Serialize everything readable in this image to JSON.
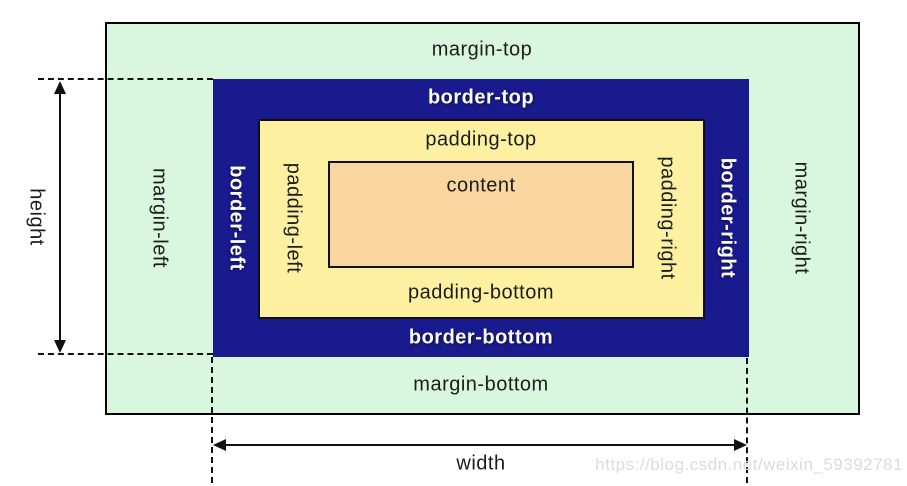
{
  "margin": {
    "top": "margin-top",
    "bottom": "margin-bottom",
    "left": "margin-left",
    "right": "margin-right",
    "color": "#d9f7de"
  },
  "border": {
    "top": "border-top",
    "bottom": "border-bottom",
    "left": "border-left",
    "right": "border-right",
    "color": "#1a1a8f",
    "label_color": "#ffffff"
  },
  "padding": {
    "top": "padding-top",
    "bottom": "padding-bottom",
    "left": "padding-left",
    "right": "padding-right",
    "color": "#fdf0a0"
  },
  "content": {
    "label": "content",
    "color": "#f9d5a0"
  },
  "dimensions": {
    "height": "height",
    "width": "width"
  },
  "watermark": {
    "text": "https://blog.csdn.net/weixin_59392781",
    "color": "#dcdcdc"
  }
}
